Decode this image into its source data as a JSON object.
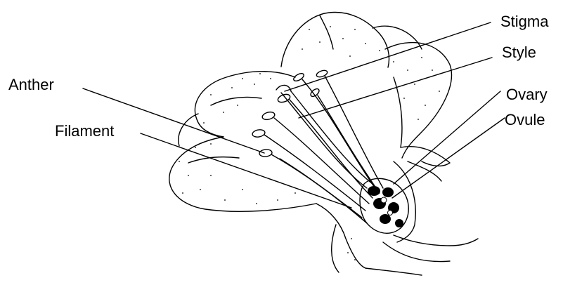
{
  "labels": {
    "stigma": "Stigma",
    "style": "Style",
    "anther": "Anther",
    "filament": "Filament",
    "ovary": "Ovary",
    "ovule": "Ovule"
  },
  "colors": {
    "ink": "#000000",
    "background": "#ffffff"
  }
}
